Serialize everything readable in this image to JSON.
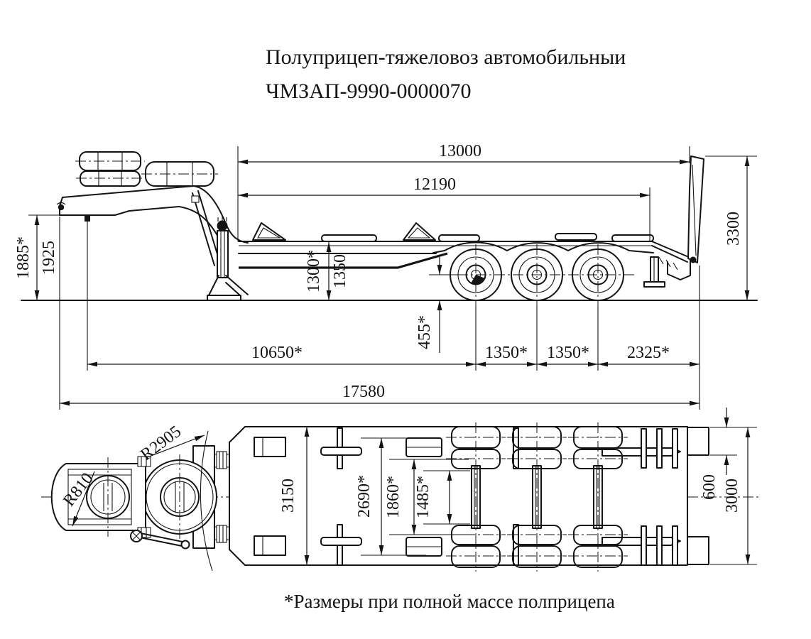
{
  "title": {
    "line1": "Полуприцеп-тяжеловоз автомобильныи",
    "line2": "ЧМЗАП-9990-0000070"
  },
  "footnote": "*Размеры при полной массе полприцепа",
  "colors": {
    "ink": "#141414",
    "background": "#ffffff"
  },
  "side_view": {
    "dims": {
      "top_length": "13000",
      "deck_length": "12190",
      "ramp_height": "3300",
      "front_height_laden": "1885*",
      "front_height_empty": "1925",
      "deck_height_laden": "1300*",
      "deck_height_empty": "1350",
      "axle_to_ground": "455*",
      "kingpin_to_first_axle": "10650*",
      "axle_spacing_1": "1350*",
      "axle_spacing_2": "1350*",
      "rear_axle_to_end": "2325*",
      "overall_length": "17580"
    }
  },
  "top_view": {
    "dims": {
      "overall_width": "3150",
      "outer_wheel_track": "2690*",
      "inner_wheel_track": "1860*",
      "spring_track": "1485*",
      "ramp_section_width": "600",
      "ramp_overall_span": "3000",
      "front_radius": "R810",
      "swing_radius": "R2905"
    }
  }
}
